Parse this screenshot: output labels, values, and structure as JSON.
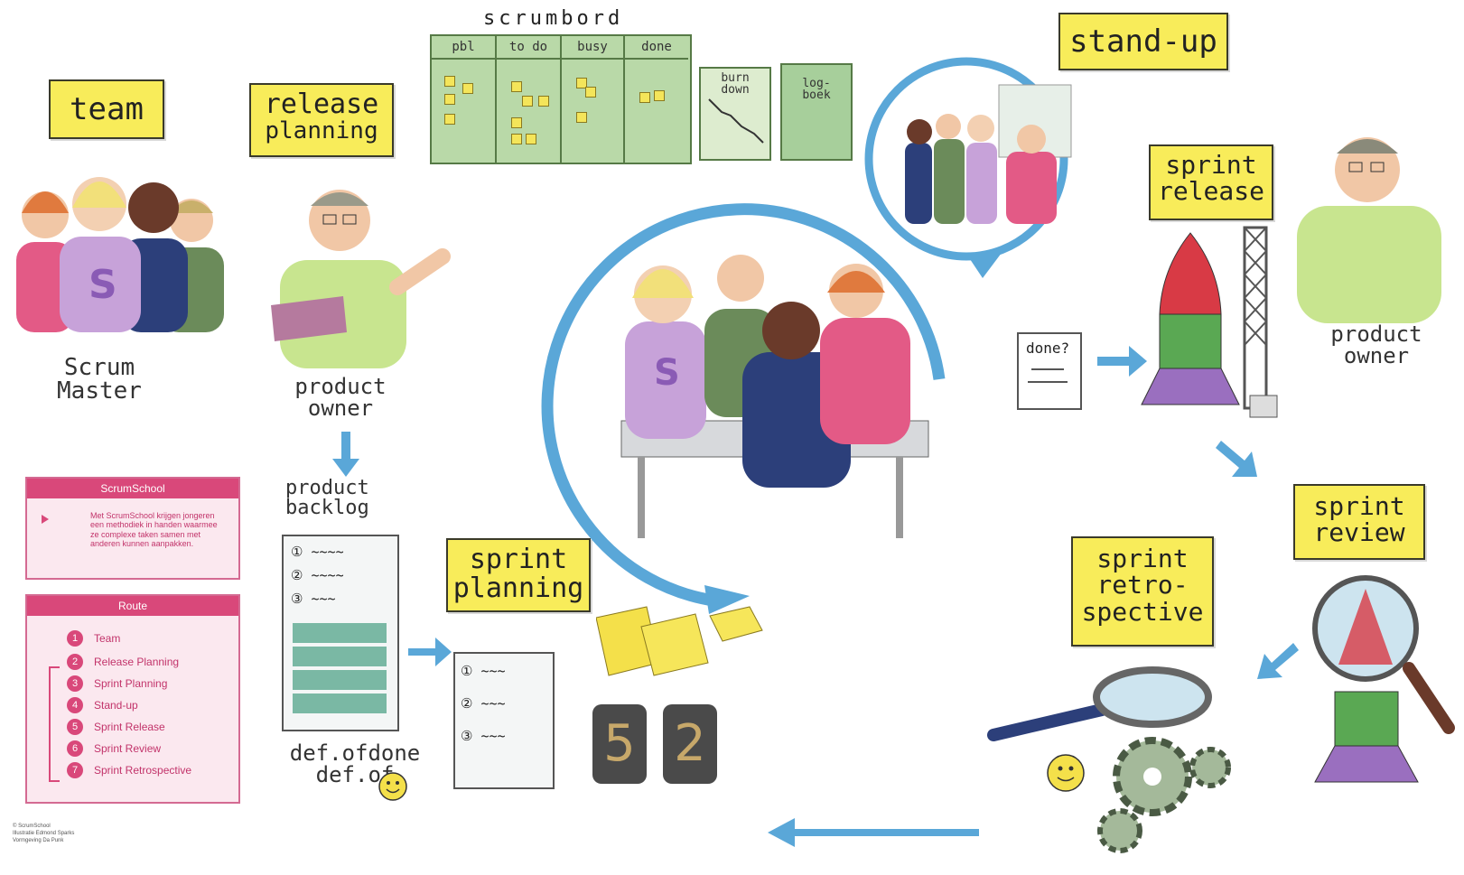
{
  "labels": {
    "team": "team",
    "release_planning": [
      "release",
      "planning"
    ],
    "stand_up": "stand-up",
    "sprint_release": [
      "sprint",
      "release"
    ],
    "sprint_planning": [
      "sprint",
      "planning"
    ],
    "sprint_review": [
      "sprint",
      "review"
    ],
    "sprint_retrospective": [
      "sprint",
      "retro-",
      "spective"
    ]
  },
  "captions": {
    "scrum_master": [
      "Scrum",
      "Master"
    ],
    "product_owner_left": [
      "product",
      "owner"
    ],
    "product_owner_right": [
      "product",
      "owner"
    ],
    "product_backlog": [
      "product",
      "backlog"
    ],
    "def_of_done": [
      "def.ofdone",
      "def.of"
    ],
    "done_card": [
      "done?"
    ]
  },
  "scrumbord": {
    "title": "scrumbord",
    "columns": [
      "pbl",
      "to do",
      "busy",
      "done"
    ],
    "burndown": [
      "burn",
      "down"
    ],
    "logbook": [
      "log-",
      "boek"
    ]
  },
  "legend": {
    "scrumschool_title": "ScrumSchool",
    "scrumschool_text": "Met ScrumSchool krijgen jongeren een methodiek in handen waarmee ze complexe taken samen met anderen kunnen aanpakken.",
    "route_title": "Route",
    "route_items": [
      {
        "num": "1",
        "label": "Team"
      },
      {
        "num": "2",
        "label": "Release Planning"
      },
      {
        "num": "3",
        "label": "Sprint Planning"
      },
      {
        "num": "4",
        "label": "Stand-up"
      },
      {
        "num": "5",
        "label": "Sprint Release"
      },
      {
        "num": "6",
        "label": "Sprint Review"
      },
      {
        "num": "7",
        "label": "Sprint Retrospective"
      }
    ]
  },
  "backlog_items": [
    "1",
    "2",
    "3"
  ],
  "planning_items": [
    "1",
    "2",
    "3"
  ],
  "dice": [
    "5",
    "2"
  ],
  "credit": [
    "© ScrumSchool",
    "Illustratie Edmond Sparks",
    "Vormgeving Da Punk"
  ],
  "colors": {
    "label_yellow": "#f8ec5a",
    "cycle_blue": "#5aa7d8",
    "board_green": "#b9d9a8",
    "legend_pink": "#d9487a",
    "rocket_red": "#d83a45",
    "rocket_green": "#5aa853",
    "rocket_purple": "#9a6fbf"
  },
  "icons": [
    "arrow-icon",
    "rocket-icon",
    "magnifier-icon",
    "gears-icon",
    "smiley-icon",
    "dice-icon"
  ]
}
